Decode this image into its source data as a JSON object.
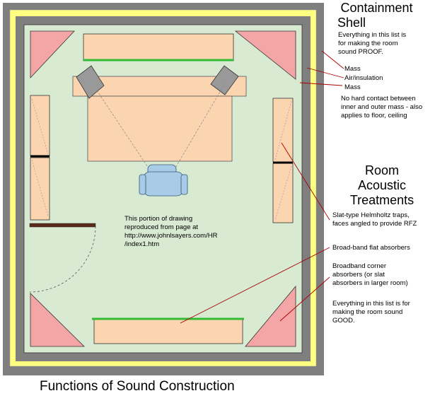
{
  "caption": "Functions of Sound Construction",
  "containment": {
    "title_line1": "Containment",
    "title_line2": "Shell",
    "desc_line1": "Everything in this list is",
    "desc_line2": "for making the room",
    "desc_line3": "sound PROOF.",
    "mass_outer": "Mass",
    "air": "Air/insulation",
    "mass_inner": "Mass",
    "contact_line1": "No hard contact between",
    "contact_line2": "inner and outer mass - also",
    "contact_line3": "applies to floor, ceiling"
  },
  "room": {
    "title_line1": "Room",
    "title_line2": "Acoustic",
    "title_line3": "Treatments",
    "slat_line1": "Slat-type Helmholtz traps,",
    "slat_line2": "faces angled to provide RFZ",
    "broadband_flat": "Broad-band flat absorbers",
    "corner_line1": "Broadband corner",
    "corner_line2": "absorbers (or slat",
    "corner_line3": "absorbers in larger room)",
    "good_line1": "Everything in this list is for",
    "good_line2": "making the room sound",
    "good_line3": "GOOD."
  },
  "credit": {
    "line1": "This portion of drawing",
    "line2": "reproduced from page at",
    "line3": "http://www.johnlsayers.com/HR",
    "line4": "/index1.htm"
  },
  "colors": {
    "outer_wall": "#7f7f7f",
    "air_gap": "#ffff80",
    "inner_wall": "#7f7f7f",
    "room_floor": "#d9ead3",
    "corner_trap": "#f4a6a6",
    "absorber": "#fbd4b0",
    "green_edge": "#33bb33",
    "leader_line": "#aa0000",
    "chair": "#a8cce8"
  }
}
